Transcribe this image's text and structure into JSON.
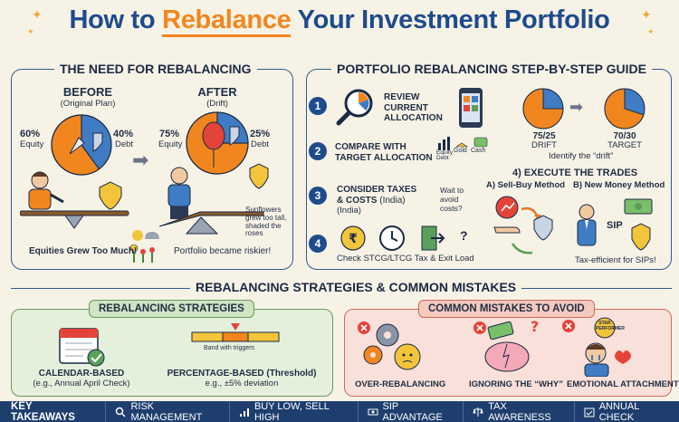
{
  "title": {
    "pre": "How to ",
    "highlight": "Rebalance",
    "post": " Your Investment Portfolio"
  },
  "need": {
    "heading": "THE NEED FOR REBALANCING",
    "before_title": "BEFORE",
    "before_sub": "(Original Plan)",
    "before_equity_pct": "60%",
    "before_equity_label": "Equity",
    "before_debt_pct": "40%",
    "before_debt_label": "Debt",
    "after_title": "AFTER",
    "after_sub": "(Drift)",
    "after_equity_pct": "75%",
    "after_equity_label": "Equity",
    "after_debt_pct": "25%",
    "after_debt_label": "Debt",
    "sunflower_note": "Sunflowers grew too tall, shaded the roses",
    "caption_left": "Equities Grew Too Much!",
    "caption_right": "Portfolio became riskier!"
  },
  "guide": {
    "heading": "PORTFOLIO REBALANCING STEP-BY-STEP GUIDE",
    "steps": [
      {
        "num": "1",
        "label": "REVIEW CURRENT ALLOCATION"
      },
      {
        "num": "2",
        "label": "COMPARE WITH TARGET ALLOCATION"
      },
      {
        "num": "3",
        "label": "CONSIDER TAXES & COSTS",
        "suffix": "(India)",
        "sub": "(India)"
      },
      {
        "num": "4",
        "label": "Check STCG/LTCG Tax & Exit Load"
      }
    ],
    "asset_labels": [
      "Equity",
      "Debt",
      "Gold",
      "Cash"
    ],
    "drift_value": "75/25",
    "drift_label": "DRIFT",
    "target_value": "70/30",
    "target_label": "TARGET",
    "identify": "Identify the “drift”",
    "wait_note": "Wait to avoid costs?",
    "execute_heading": "4) EXECUTE THE TRADES",
    "method_a": "A) Sell-Buy Method",
    "method_b": "B) New Money Method",
    "sip": "SIP",
    "sip_note": "Tax-efficient for SIPs!"
  },
  "strategies_heading": "REBALANCING STRATEGIES & COMMON MISTAKES",
  "strategies": {
    "heading": "REBALANCING STRATEGIES",
    "band": "Band with triggers",
    "calendar_title": "CALENDAR-BASED",
    "calendar_sub": "(e.g., Annual April Check)",
    "percent_title": "PERCENTAGE-BASED (Threshold)",
    "percent_sub": "e.g., ±5% deviation"
  },
  "mistakes": {
    "heading": "COMMON MISTAKES TO AVOID",
    "items": [
      "OVER-REBALANCING",
      "IGNORING THE “WHY”",
      "EMOTIONAL ATTACHMENT"
    ],
    "star_badge": "STAR PERFORMER"
  },
  "takeaways": {
    "label": "KEY TAKEAWAYS",
    "items": [
      "RISK MANAGEMENT",
      "BUY LOW, SELL HIGH",
      "SIP ADVANTAGE",
      "TAX AWARENESS",
      "ANNUAL CHECK"
    ]
  },
  "colors": {
    "equity": "#f2861e",
    "debt": "#3f7cc4",
    "navy": "#1e4b8c",
    "green_panel": "#e4f0dc",
    "red_panel": "#f9e0da"
  }
}
